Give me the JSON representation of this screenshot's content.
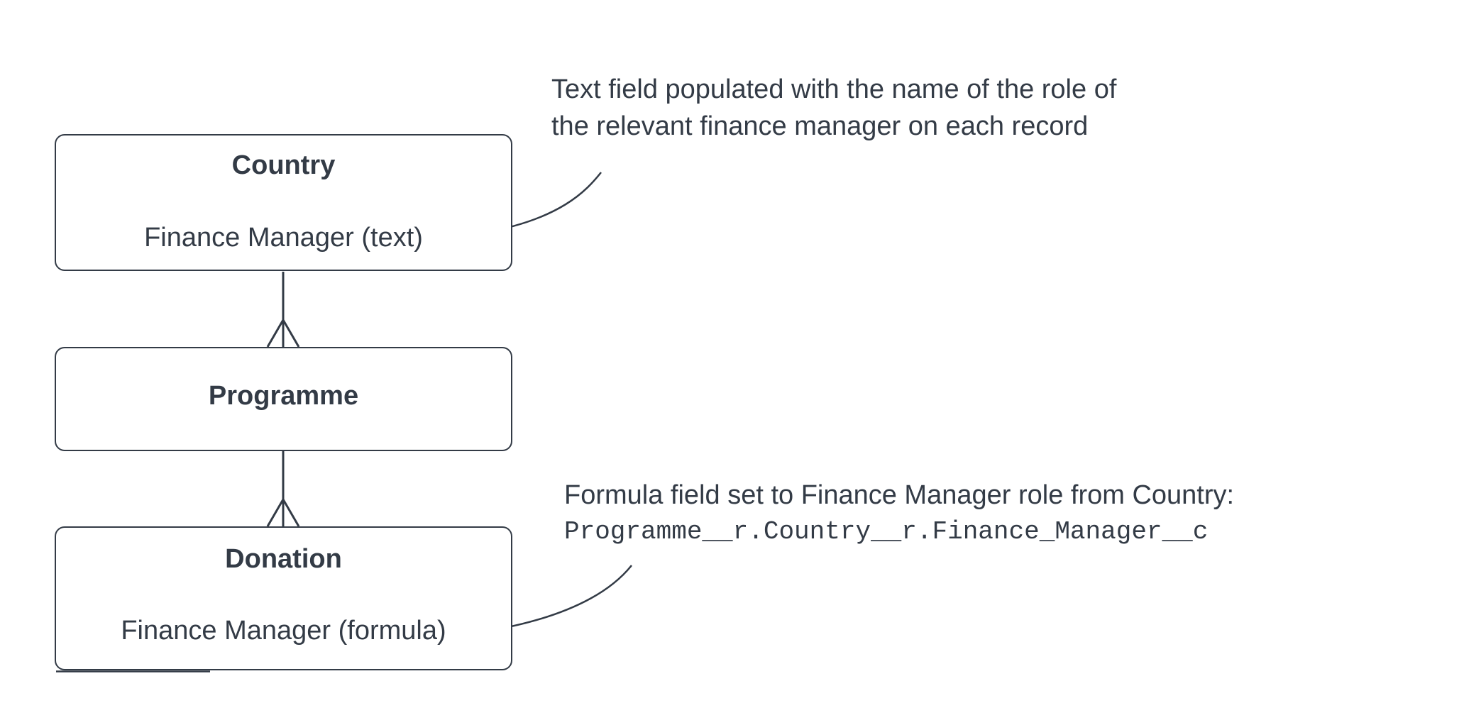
{
  "diagram": {
    "background_color": "#ffffff",
    "ink_color": "#333b46",
    "entities": [
      {
        "title": "Country",
        "field": "Finance Manager (text)"
      },
      {
        "title": "Programme",
        "field": ""
      },
      {
        "title": "Donation",
        "field": "Finance Manager (formula)"
      }
    ],
    "connectors": [
      {
        "from": "Country",
        "to": "Programme",
        "notation": "crows-foot-many-at-programme"
      },
      {
        "from": "Programme",
        "to": "Donation",
        "notation": "crows-foot-many-at-donation"
      }
    ],
    "annotations": [
      {
        "lines": [
          "Text field populated with the name of the role of",
          "the relevant finance manager on each record"
        ],
        "arrow_points_to": "Finance Manager (text)"
      },
      {
        "lines": [
          "Formula field set to Finance Manager role from Country:"
        ],
        "code": "Programme__r.Country__r.Finance_Manager__c",
        "arrow_points_to": "Finance Manager (formula)"
      }
    ]
  }
}
